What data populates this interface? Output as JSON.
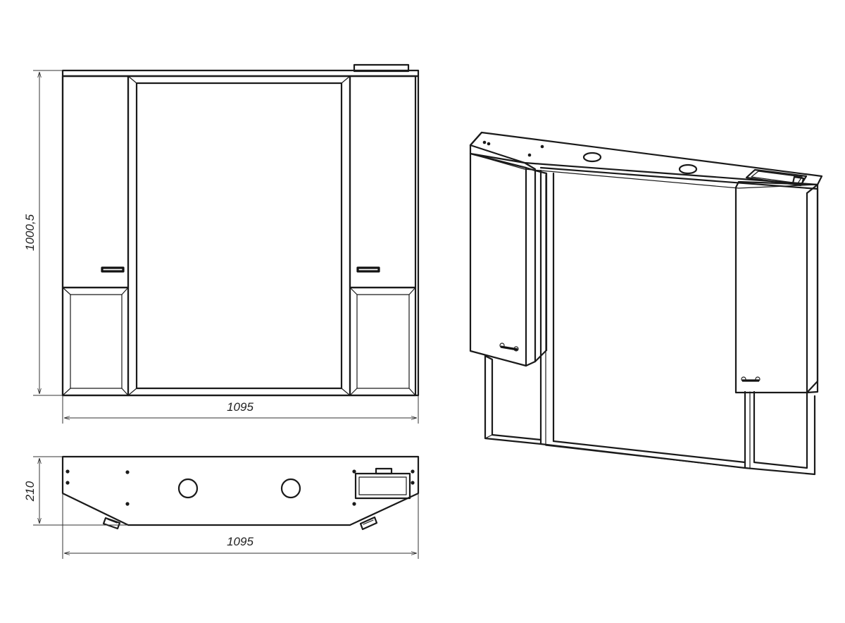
{
  "dimensions": {
    "front_height": "1000,5",
    "front_width": "1095",
    "top_depth": "210",
    "top_width": "1095"
  }
}
